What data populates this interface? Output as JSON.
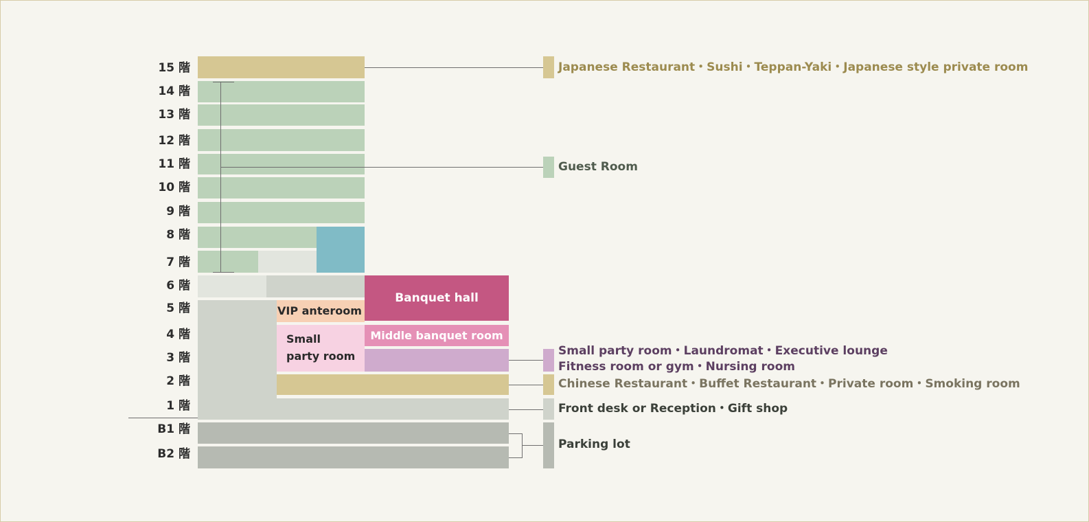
{
  "floors": [
    "15 階",
    "14 階",
    "13 階",
    "12 階",
    "11 階",
    "10 階",
    "9 階",
    "8 階",
    "7 階",
    "6 階",
    "5 階",
    "4 階",
    "3 階",
    "2 階",
    "1 階",
    "B1 階",
    "B2 階"
  ],
  "rooms": {
    "banquet_hall": "Banquet hall",
    "vip_anteroom": "VIP anteroom",
    "middle_banquet_room": "Middle banquet room",
    "small_party_room_line1": "Small",
    "small_party_room_line2": "party room"
  },
  "legend": {
    "japanese_restaurant": "Japanese Restaurant・Sushi・Teppan-Yaki・Japanese style private room",
    "guest_room": "Guest Room",
    "third_floor_line1": "Small party room・Laundromat・Executive lounge",
    "third_floor_line2": "Fitness room or gym・Nursing room",
    "chinese_restaurant": "Chinese Restaurant・Buffet Restaurant・Private room・Smoking room",
    "front_desk": "Front desk or Reception・Gift shop",
    "parking": "Parking lot"
  },
  "colors": {
    "restaurant_tan": "#d6c793",
    "guest_green": "#bbd2b9",
    "pool_blue": "#80bbc6",
    "light_grey": "#e2e5de",
    "mid_grey": "#cfd3cb",
    "parking_grey": "#b6bab2",
    "banquet_magenta": "#c45782",
    "middle_pink": "#e590b6",
    "small_party_pink": "#f7d2e2",
    "vip_peach": "#f7d0b4",
    "lounge_purple": "#cfabcd"
  }
}
